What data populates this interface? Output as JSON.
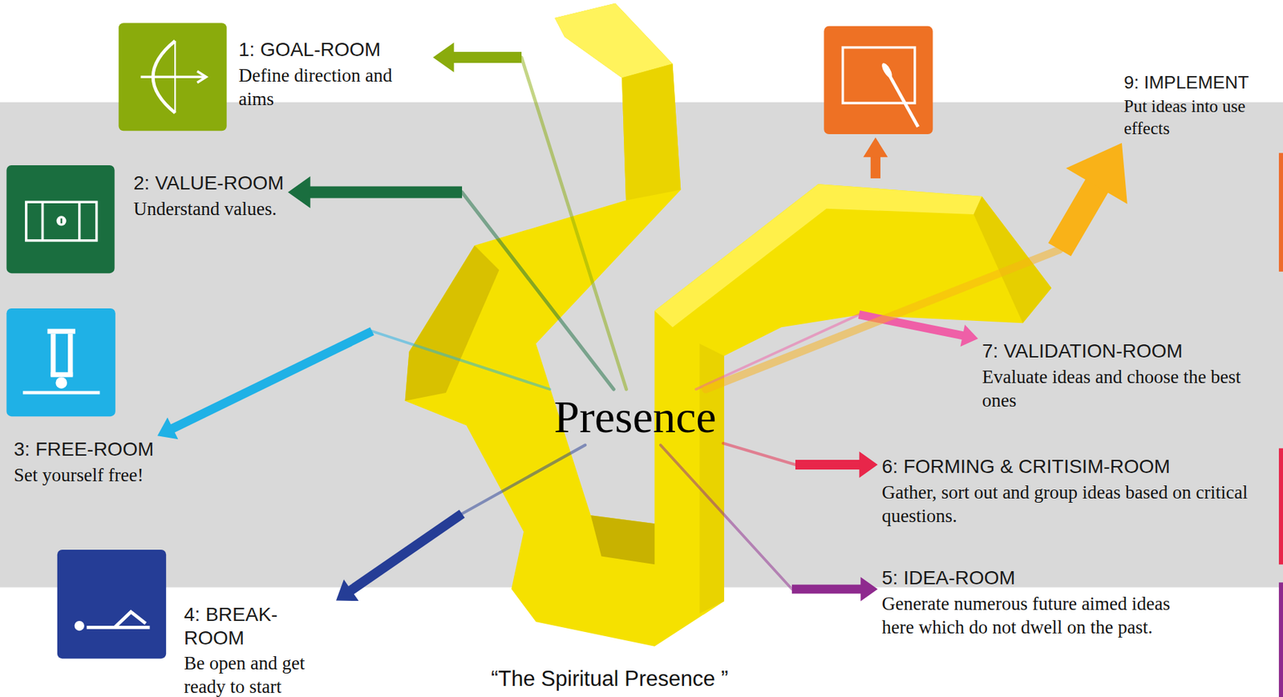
{
  "diagram": {
    "caption": "“The Spiritual Presence ”",
    "nodes": [
      {
        "text": [
          "Presence"
        ]
      },
      {
        "text": [
          "1: GOAL-ROOM",
          "Define direction and aims"
        ]
      },
      {
        "text": [
          "2: VALUE-ROOM",
          "Understand values."
        ]
      },
      {
        "text": [
          "3: FREE-ROOM",
          "Set yourself free!"
        ]
      },
      {
        "text": [
          "4: BREAK-ROOM",
          "Be open and get ready to start"
        ]
      },
      {
        "text": [
          "5: IDEA-ROOM",
          "Generate numerous future aimed ideas here which do not dwell on the past."
        ]
      },
      {
        "text": [
          "6: FORMING & CRITISIM-ROOM",
          "Gather, sort out and group ideas based on critical questions."
        ]
      },
      {
        "text": [
          "7: VALIDATION-ROOM",
          "Evaluate ideas and choose the best ones"
        ]
      },
      {
        "text": [
          "9: IMPLEMENT",
          "Put ideas into use effects"
        ]
      }
    ],
    "edges": [
      {
        "from": 0,
        "to": 1,
        "arrow": "to"
      },
      {
        "from": 0,
        "to": 2,
        "arrow": "to"
      },
      {
        "from": 0,
        "to": 3,
        "arrow": "to"
      },
      {
        "from": 0,
        "to": 4,
        "arrow": "to"
      },
      {
        "from": 0,
        "to": 5,
        "arrow": "to"
      },
      {
        "from": 0,
        "to": 6,
        "arrow": "to"
      },
      {
        "from": 0,
        "to": 7,
        "arrow": "to"
      },
      {
        "from": 0,
        "to": 8,
        "arrow": "to"
      }
    ]
  }
}
